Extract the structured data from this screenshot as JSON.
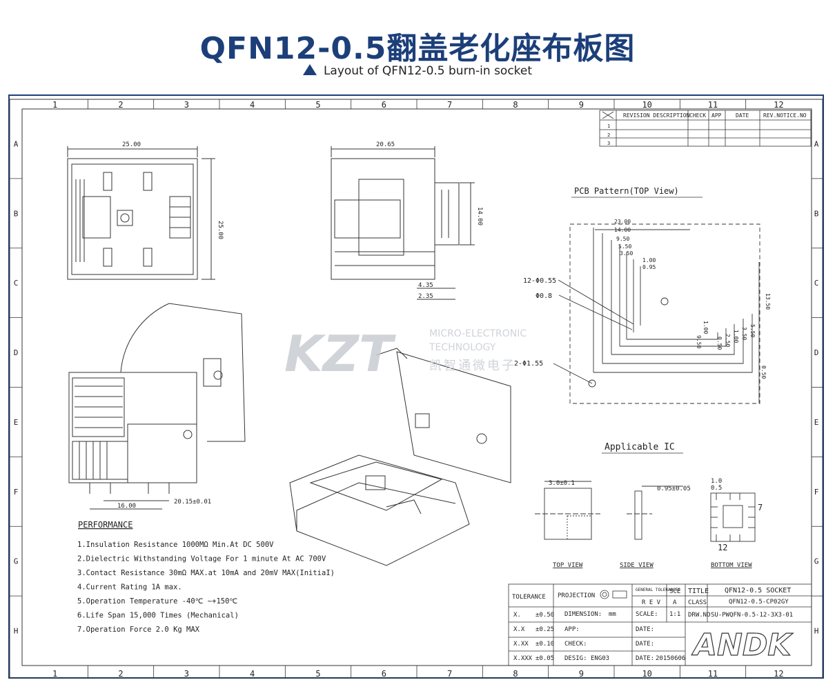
{
  "header": {
    "title": "QFN12-0.5翻盖老化座布板图",
    "subtitle": "Layout of QFN12-0.5 burn-in socket"
  },
  "grid": {
    "columns": [
      "1",
      "2",
      "3",
      "4",
      "5",
      "6",
      "7",
      "8",
      "9",
      "10",
      "11",
      "12"
    ],
    "rows": [
      "A",
      "B",
      "C",
      "D",
      "E",
      "F",
      "G",
      "H"
    ]
  },
  "revision_table": {
    "headers": [
      "REVISION DESCRIPTION",
      "CHECK",
      "APP",
      "DATE",
      "REV.NOTICE.NO"
    ],
    "row_markers": [
      "1",
      "2",
      "3"
    ]
  },
  "views": {
    "top": {
      "width": "25.00",
      "height": "25.00"
    },
    "side": {
      "width": "20.65",
      "height": "14.00",
      "d1": "4.35",
      "d2": "2.35"
    },
    "front_dim1": "20.15±0.01",
    "front_dim2": "16.00"
  },
  "pcb_pattern": {
    "title": "PCB Pattern(TOP View)",
    "dims": [
      "23.00",
      "14.00",
      "9.50",
      "5.50",
      "3.50",
      "1.00",
      "0.95",
      "13.50",
      "1.00",
      "0.50",
      "2.50",
      "1.00",
      "3.50",
      "5.50",
      "9.50",
      "0.50"
    ],
    "callouts": [
      "12-Φ0.55",
      "Φ0.8",
      "2-Φ1.55"
    ]
  },
  "applicable_ic": {
    "title": "Applicable IC",
    "top_dim": "3.0±0.1",
    "side_dim": "0.95±0.05",
    "bottom_top_dims": [
      "1.0",
      "0.5"
    ],
    "pins_left": "7",
    "pins_bottom": "12",
    "view_labels": [
      "TOP VIEW",
      "SIDE VIEW",
      "BOTTOM VIEW"
    ]
  },
  "performance": {
    "title": "PERFORMANCE",
    "items": [
      "1.Insulation Resistance 1000MΩ Min.At DC 500V",
      "2.Dielectric Withstanding Voltage For 1 minute At AC 700V",
      "3.Contact Resistance 30mΩ MAX.at 10mA and 20mV MAX(InitiaI)",
      "4.Current Rating 1A max.",
      "5.Operation Temperature -40℃ ~+150℃",
      "6.Life Span 15,000 Times (Mechanical)",
      "7.Operation Force 2.0 Kg MAX"
    ]
  },
  "watermark": {
    "logo": "KZT",
    "line1": "MICRO-ELECTRONIC",
    "line2": "TECHNOLOGY",
    "line3": "凯智通微电子"
  },
  "title_block": {
    "tolerance_label": "TOLERANCE",
    "tolerances": [
      {
        "fmt": "X.",
        "val": "±0.50"
      },
      {
        "fmt": "X.X",
        "val": "±0.25"
      },
      {
        "fmt": "X.XX",
        "val": "±0.10"
      },
      {
        "fmt": "X.XXX",
        "val": "±0.05"
      }
    ],
    "projection_label": "PROJECTION",
    "dimension_label": "DIMENSION:",
    "dimension_unit": "mm",
    "app_label": "APP:",
    "check_label": "CHECK:",
    "design_label": "DESIG:",
    "design_value": "ENG03",
    "general_tolerances": "GENERAL TOLERANCES",
    "rev_label": "R E V",
    "rev_value": "A",
    "scale_label": "SCALE:",
    "scale_value": "1:1",
    "date_label": "DATE:",
    "date_value": "20150606",
    "sce_label": "SCE",
    "title_label": "TITLE",
    "title_value": "QFN12-0.5 SOCKET",
    "class_label": "CLASS",
    "class_value": "QFN12-0.5-CP02GY",
    "drw_label": "DRW.NO",
    "drw_value": "SU-PWQFN-0.5-12-3X3-01",
    "brand": "ANDK"
  },
  "colors": {
    "accent": "#1c3f7a",
    "line": "#333333",
    "watermark": "#c8ccd2"
  }
}
